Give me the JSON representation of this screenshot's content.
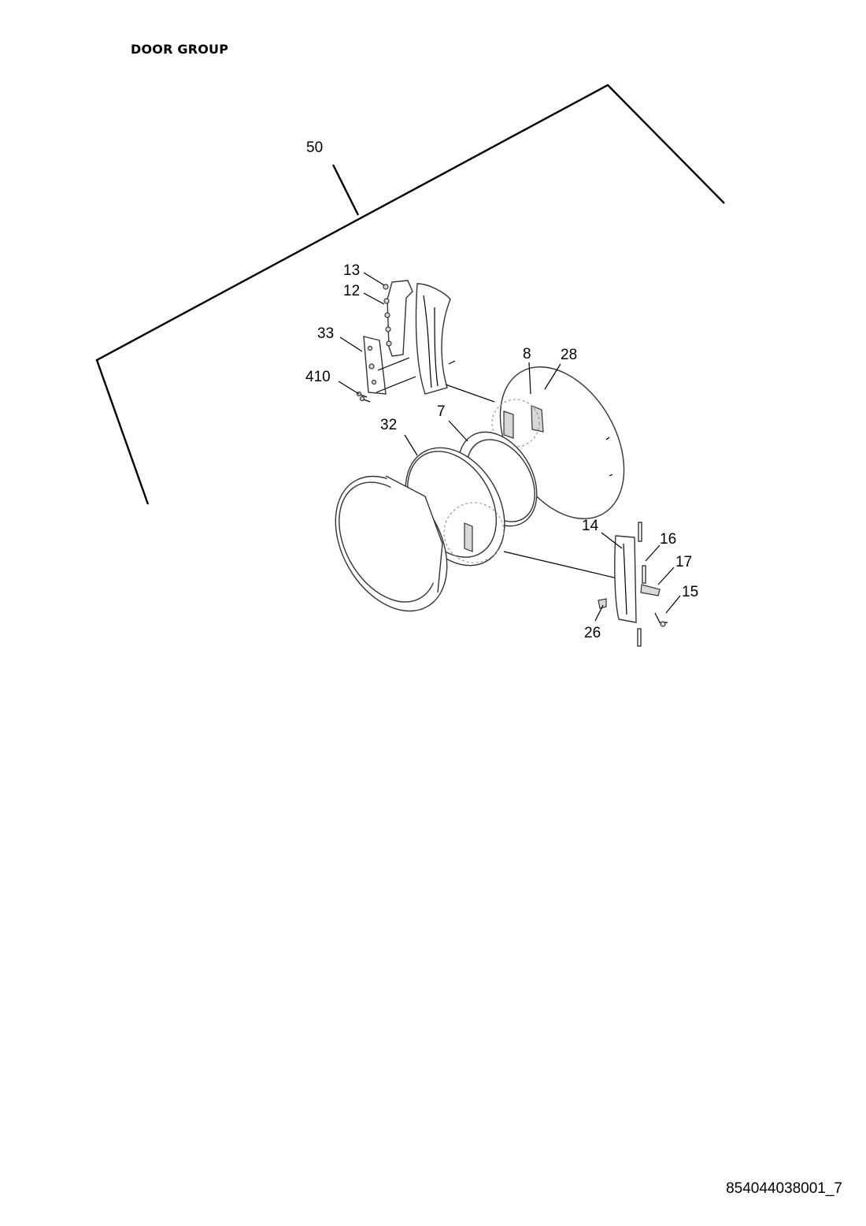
{
  "header": {
    "title": "DOOR GROUP"
  },
  "footer": {
    "document_code": "854044038001_7"
  },
  "callouts": {
    "c50": "50",
    "c13": "13",
    "c12": "12",
    "c33": "33",
    "c410": "410",
    "c8": "8",
    "c28": "28",
    "c32": "32",
    "c7": "7",
    "c14": "14",
    "c16": "16",
    "c17": "17",
    "c15": "15",
    "c26": "26"
  }
}
